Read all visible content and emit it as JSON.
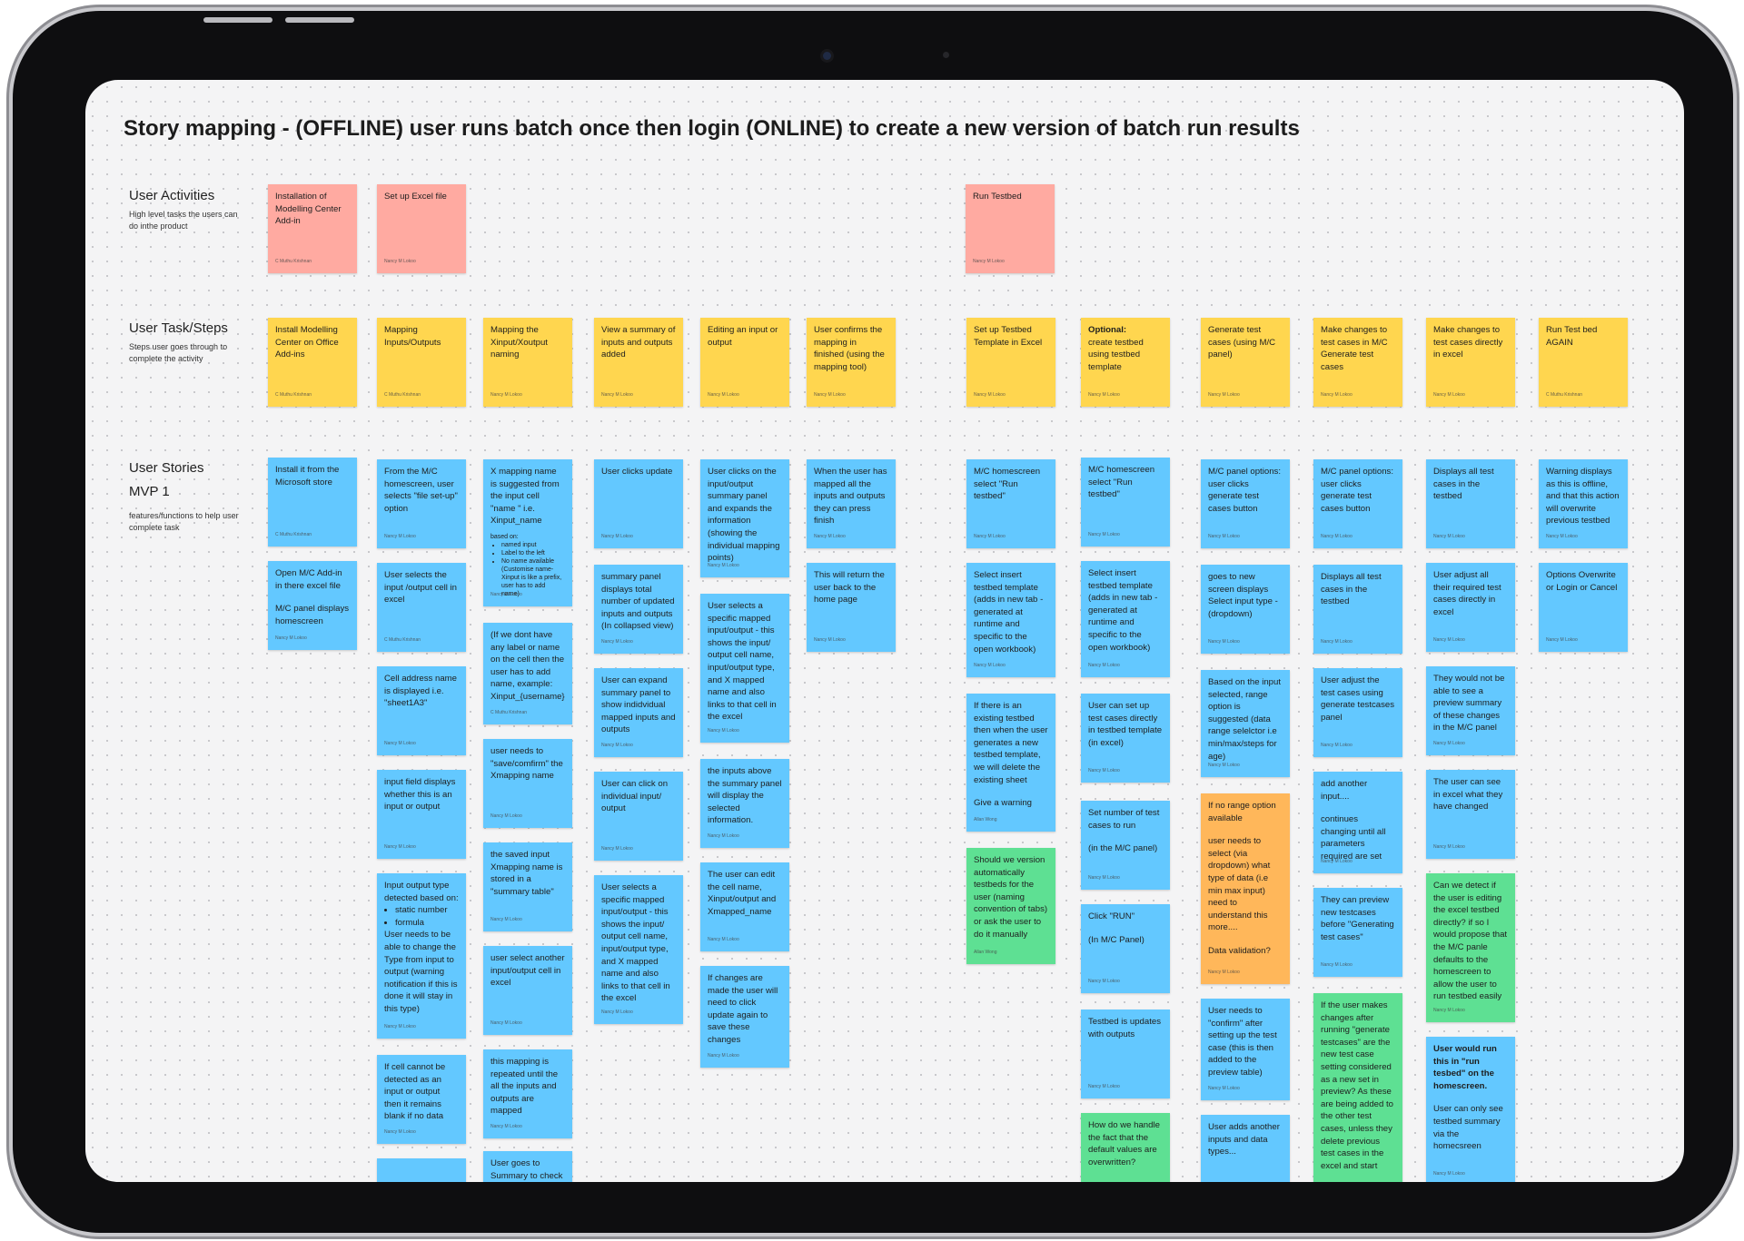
{
  "board": {
    "title": "Story mapping - (OFFLINE) user runs batch once then login (ONLINE) to create a new version of batch run results"
  },
  "rows": {
    "activities": {
      "title": "User Activities",
      "desc": "High level tasks the users can do  inthe product"
    },
    "tasks": {
      "title": "User Task/Steps",
      "desc": "Steps user goes through to complete the activity"
    },
    "stories": {
      "title": "User Stories",
      "subtitle": "MVP 1",
      "desc": "features/functions to help user complete task"
    }
  },
  "authors": {
    "muthu": "C Muthu Krishnan",
    "nancy": "Nancy M Lokoo",
    "allan": "Allan Wong"
  },
  "activities": {
    "a1": "Installation of Modelling Center Add-in",
    "a2": "Set up Excel file",
    "a3": "Run Testbed"
  },
  "tasks": {
    "t1": "Install Modelling Center on Office Add-ins",
    "t2": "Mapping Inputs/Outputs",
    "t3": "Mapping the Xinput/Xoutput naming",
    "t4": "View a summary of inputs and outputs added",
    "t5": "Editing an input or output",
    "t6": "User confirms the mapping in finished (using the mapping tool)",
    "t7": "Set up Testbed Template in Excel",
    "t8_bold": "Optional:",
    "t8": "create testbed using testbed template",
    "t9": "Generate test cases (using M/C panel)",
    "t10": "Make changes to test cases in M/C Generate test cases",
    "t11": "Make changes to test cases directly in excel",
    "t12": "Run Test bed AGAIN"
  },
  "stories": {
    "c1": {
      "s1": "Install it from the Microsoft store",
      "s2": "Open M/C Add-in in there excel file",
      "s2b": "M/C panel displays homescreen"
    },
    "c2": {
      "s1": "From the M/C homescreen, user selects \"file set-up\" option",
      "s2": "User selects the input /output cell in excel",
      "s3": "Cell address name is displayed i.e. \"sheet1A3\"",
      "s4": "input field displays whether this is an input or output",
      "s5": "Input output type detected based on:",
      "s5_b1": "static number",
      "s5_b2": "formula",
      "s5b": "User needs to be able to change the Type from input to output (warning notification if this is done it will stay in this type)",
      "s6": "If cell cannot be detected as an input or output then it remains blank if no data"
    },
    "c3": {
      "s1": "X mapping name is suggested from the input cell \"name \" i.e. Xinput_name",
      "s1_based": "based on:",
      "s1_b1": "named input",
      "s1_b2": "Label to the left",
      "s1_b3": "No name available (Customise name- Xinput is like a prefix, user has to add name)",
      "s2": "(If we dont have any label or name on the cell then the user has to add name, example: Xinput_{username}",
      "s3": "user needs to \"save/comfirm\" the Xmapping name",
      "s4": "the saved input Xmapping name is stored in a \"summary table\"",
      "s5": "user select another input/output cell in excel",
      "s6": "this mapping is repeated until the all the inputs and outputs are mapped",
      "s7": "User goes to Summary to check"
    },
    "c4": {
      "s1": "User clicks update",
      "s2": "summary panel displays total number of updated inputs and outputs (In collapsed view)",
      "s3": "User can expand summary panel to show indidvidual mapped inputs and outputs",
      "s4": "User can click on individual input/ output",
      "s5": "User selects a specific mapped input/output - this shows the input/ output cell name, input/output type, and X mapped name and also links to that cell in the excel"
    },
    "c5": {
      "s1": "User clicks on the input/output summary panel and expands the information (showing the individual mapping points)",
      "s2": "User selects a specific mapped input/output - this shows the input/ output cell name, input/output type, and X mapped name and also links to that cell in the excel",
      "s3": "the inputs above the summary panel will display the selected information.",
      "s4": "The user can edit the cell name, Xinput/output and Xmapped_name",
      "s5": "If changes are made the user will need to click update again to save these changes"
    },
    "c6": {
      "s1": "When the user has mapped all the inputs and outputs they can press finish",
      "s2": "This will return the user back to the home page"
    },
    "c7": {
      "s1": "M/C homescreen select \"Run testbed\"",
      "s2": "Select insert testbed template (adds in new tab - generated at runtime and specific to the open workbook)",
      "s3": "If there is an existing testbed then when the user generates a new testbed template, we will delete the existing sheet",
      "s3b": "Give a warning",
      "s4": "Should we version automatically testbeds for the user (naming convention of tabs) or ask the user to do it manually"
    },
    "c8": {
      "s1": "M/C homescreen select \"Run testbed\"",
      "s2": "Select insert testbed template (adds in new tab - generated at runtime and specific to the open workbook)",
      "s3": "User can set up test cases  directly in testbed template (in excel)",
      "s4": "Set number of test cases to run",
      "s4b": "(in the M/C panel)",
      "s5": "Click \"RUN\"",
      "s5b": "(In M/C Panel)",
      "s6": "Testbed is updates with outputs",
      "s7": "How do we handle the fact that the default values are overwritten?"
    },
    "c9": {
      "s1": "M/C panel options: user clicks generate test cases button",
      "s2": "goes to new screen displays",
      "s2b": "Select input type - (dropdown)",
      "s3": "Based on the input selected, range option is suggested (data range selelctor i.e min/max/steps for age)",
      "s4": "If no range option available",
      "s4b": "user needs to select (via dropdown) what type of data (i.e min max input) need to understand this more....",
      "s4c": "Data validation?",
      "s5": "User needs to \"confirm\" after setting up the test case (this is then added to the preview table)",
      "s6": "User adds another inputs and data types..."
    },
    "c10": {
      "s1": "M/C panel options: user clicks generate test cases button",
      "s2": "Displays all test cases in the testbed",
      "s3": "User adjust the test cases using generate testcases panel",
      "s4": "add another input....",
      "s4b": "continues changing until all parameters required are set",
      "s5": "They can preview new testcases before \"Generating test cases\"",
      "s6": "If the user makes changes after running \"generate testcases\" are the new test case setting considered as a new set in preview? As these are being added to the other test cases, unless they delete previous test cases in the excel and start"
    },
    "c11": {
      "s1": "Displays all test cases in the testbed",
      "s2": "User adjust all their required test cases directly in excel",
      "s3": "They would not be able to see a preview summary of these changes in the M/C panel",
      "s4": "The user can see in excel what they have changed",
      "s5": "Can we detect if the user is editing the excel testbed directly? if so I would propose that the M/C panle defaults to the homescreen to allow the user to run testbed easily",
      "s6": "User would run this in \"run tesbed\" on the homescreen.",
      "s6b": "User can only see testbed summary via the homecsreen"
    },
    "c12": {
      "s1": "Warning displays as this is offline, and that this action will overwrite previous testbed",
      "s2": "Options Overwrite or Login or Cancel"
    }
  },
  "colors": {
    "activity": "#ffaaa1",
    "task": "#ffd64f",
    "story": "#63c8ff",
    "question": "#5ee093",
    "open_issue": "#ffb75a"
  }
}
